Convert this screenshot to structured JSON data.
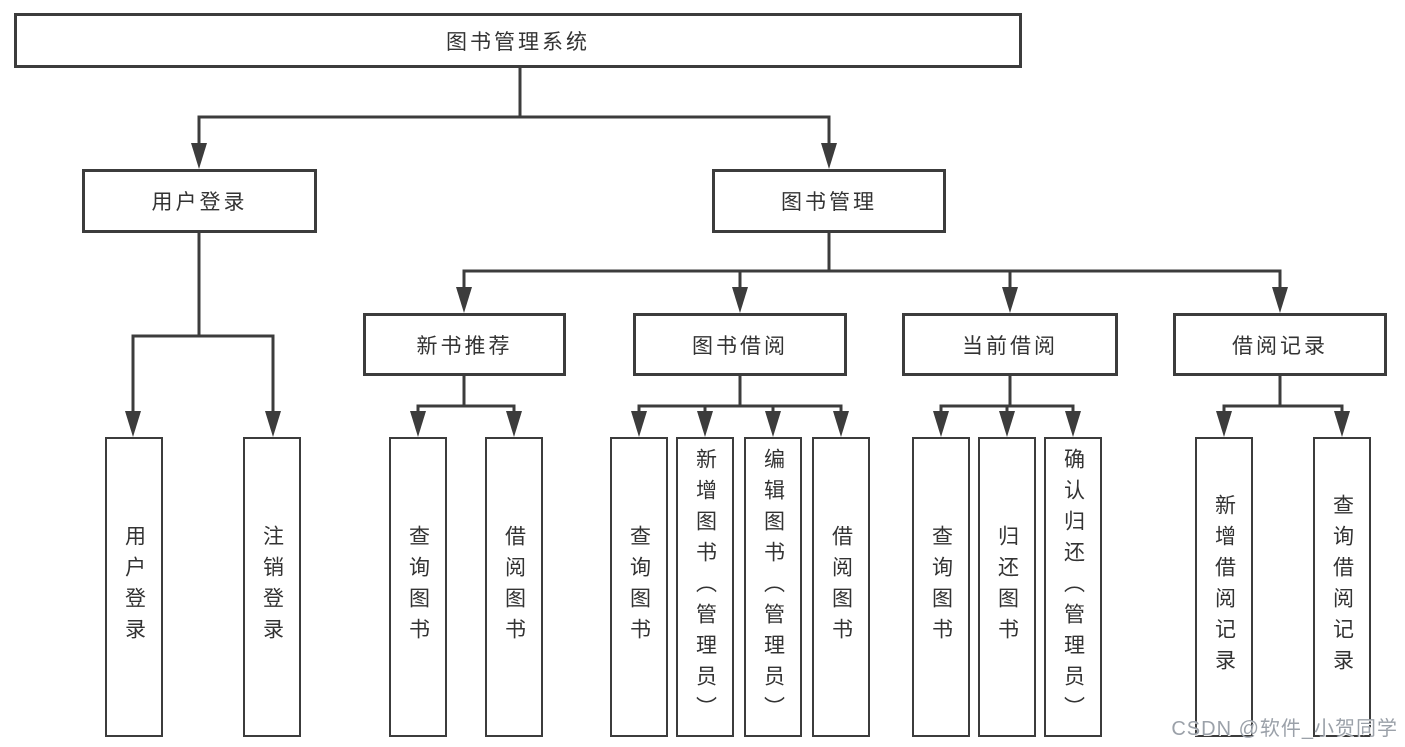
{
  "tree": {
    "root": {
      "label": "图书管理系统",
      "children": [
        {
          "label": "用户登录",
          "children": [
            {
              "label": "用户登录"
            },
            {
              "label": "注销登录"
            }
          ]
        },
        {
          "label": "图书管理",
          "children": [
            {
              "label": "新书推荐",
              "children": [
                {
                  "label": "查询图书"
                },
                {
                  "label": "借阅图书"
                }
              ]
            },
            {
              "label": "图书借阅",
              "children": [
                {
                  "label": "查询图书"
                },
                {
                  "label": "新增图书（管理员）"
                },
                {
                  "label": "编辑图书（管理员）"
                },
                {
                  "label": "借阅图书"
                }
              ]
            },
            {
              "label": "当前借阅",
              "children": [
                {
                  "label": "查询图书"
                },
                {
                  "label": "归还图书"
                },
                {
                  "label": "确认归还（管理员）"
                }
              ]
            },
            {
              "label": "借阅记录",
              "children": [
                {
                  "label": "新增借阅记录"
                },
                {
                  "label": "查询借阅记录"
                }
              ]
            }
          ]
        }
      ]
    }
  },
  "watermark": {
    "text": "CSDN @软件_小贺同学"
  },
  "colors": {
    "line": "#3c3c3c",
    "text": "#333333",
    "background": "#ffffff",
    "watermark": "#9ba1a9"
  }
}
